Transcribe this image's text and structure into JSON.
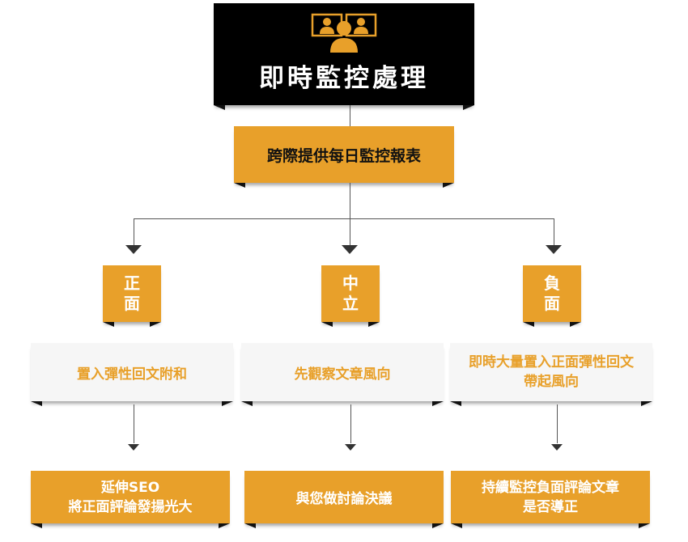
{
  "title": "即時監控處理",
  "icon": "monitoring-users-icon",
  "report": "跨際提供每日監控報表",
  "branches": [
    {
      "label_lines": [
        "正",
        "面"
      ],
      "action": "置入彈性回文附和",
      "result_lines": [
        "延伸SEO",
        "將正面評論發揚光大"
      ]
    },
    {
      "label_lines": [
        "中",
        "立"
      ],
      "action": "先觀察文章風向",
      "result_lines": [
        "與您做討論決議"
      ]
    },
    {
      "label_lines": [
        "負",
        "面"
      ],
      "action_lines": [
        "即時大量置入正面彈性回文",
        "帶起風向"
      ],
      "result_lines": [
        "持續監控負面評論文章",
        "是否導正"
      ]
    }
  ],
  "colors": {
    "accent": "#e8a02a",
    "dark": "#000000"
  }
}
